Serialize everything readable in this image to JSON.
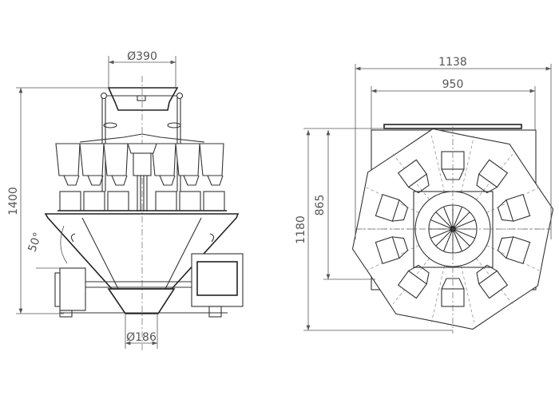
{
  "front_view": {
    "hopper_diameter": "Ø390",
    "height": "1400",
    "angle": "50°",
    "outlet_diameter": "Ø186"
  },
  "top_view": {
    "overall_width": "1138",
    "frame_width": "950",
    "frame_depth": "865",
    "overall_depth": "1180"
  }
}
